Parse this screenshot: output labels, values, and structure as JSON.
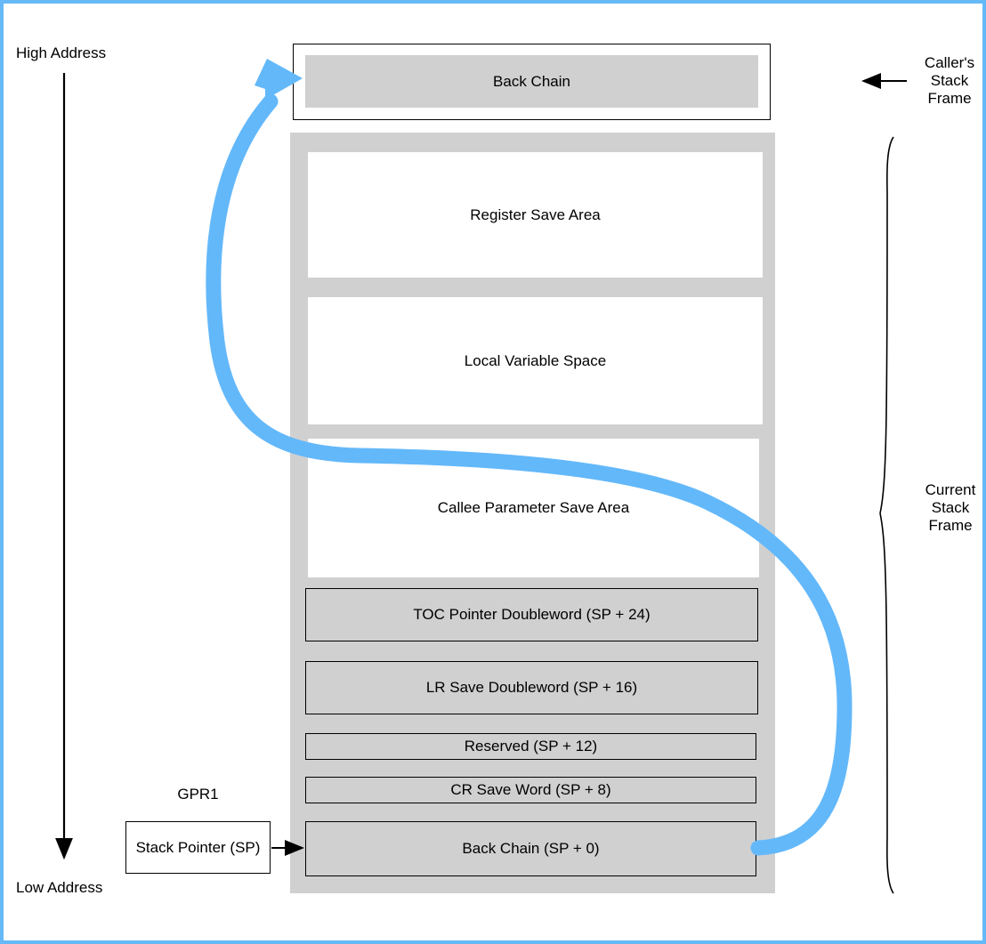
{
  "diagram": {
    "title": "PowerPC 64-bit ELF ABI Stack Frame Layout",
    "type": "stack-frame-diagram",
    "colors": {
      "border_blue": "#66b9f7",
      "arrow_blue": "#63b8fa",
      "fill_gray": "#d0d0d0",
      "text_black": "#000000",
      "box_white": "#ffffff"
    }
  },
  "axis_labels": {
    "high_address": "High Address",
    "low_address": "Low Address"
  },
  "caller_frame": {
    "bracket_label": "Caller's\nStack\nFrame",
    "rows": [
      {
        "label": "Back Chain",
        "fill": "gray"
      }
    ]
  },
  "current_frame": {
    "bracket_label": "Current\nStack\nFrame",
    "rows": [
      {
        "label": "Register Save Area",
        "fill": "white",
        "offset": ""
      },
      {
        "label": "Local Variable Space",
        "fill": "white",
        "offset": ""
      },
      {
        "label": "Callee Parameter Save Area",
        "fill": "white",
        "offset": ""
      },
      {
        "label": "TOC Pointer Doubleword (SP + 24)",
        "fill": "gray",
        "offset": "SP + 24"
      },
      {
        "label": "LR Save Doubleword (SP + 16)",
        "fill": "gray",
        "offset": "SP + 16"
      },
      {
        "label": "Reserved (SP + 12)",
        "fill": "gray",
        "offset": "SP + 12"
      },
      {
        "label": "CR Save Word (SP + 8)",
        "fill": "gray",
        "offset": "SP + 8"
      },
      {
        "label": "Back Chain (SP + 0)",
        "fill": "gray",
        "offset": "SP + 0"
      }
    ]
  },
  "stack_pointer": {
    "register_label": "GPR1",
    "box_label": "Stack Pointer (SP)"
  },
  "annotations": {
    "back_chain_link_description": "Blue curved arrow from Back Chain (SP + 0) to the caller's Back Chain"
  }
}
